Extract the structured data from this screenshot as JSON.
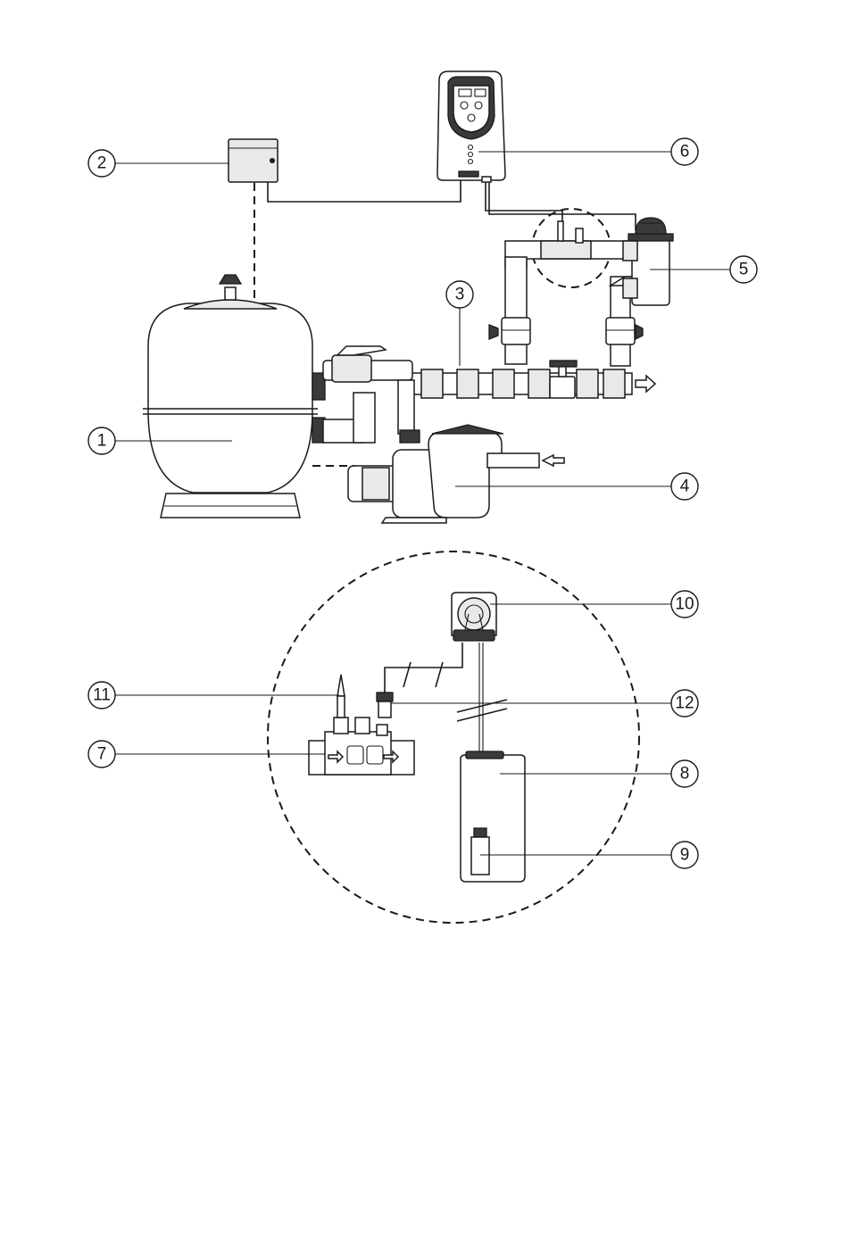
{
  "callouts": {
    "c1": "1",
    "c2": "2",
    "c3": "3",
    "c4": "4",
    "c5": "5",
    "c6": "6",
    "c7": "7",
    "c8": "8",
    "c9": "9",
    "c10": "10",
    "c11": "11",
    "c12": "12"
  },
  "colors": {
    "line": "#1a1a1a",
    "fill_light": "#e9e9e9",
    "fill_dark": "#3a3a3a"
  }
}
